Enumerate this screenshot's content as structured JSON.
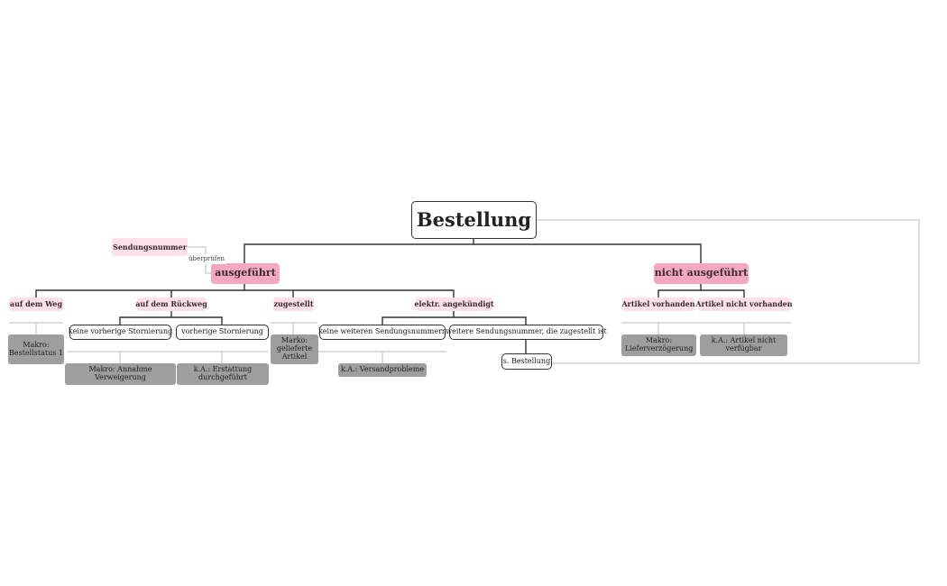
{
  "root": "Bestellung",
  "main_nodes": {
    "ausgefuehrt": "ausgeführt",
    "nicht_ausgefuehrt": "nicht ausgeführt"
  },
  "callout": {
    "label": "Sendungsnummer",
    "relation": "überprüfen"
  },
  "ausgefuehrt_children": {
    "auf_dem_weg": "auf dem Weg",
    "auf_dem_rueckweg": "auf dem Rückweg",
    "zugestellt": "zugestellt",
    "elektr_angekuendigt": "elektr. angekündigt"
  },
  "nicht_ausgefuehrt_children": {
    "artikel_vorhanden": "Artikel vorhanden",
    "artikel_nicht_vorhanden": "Artikel nicht vorhanden"
  },
  "rueckweg_children": {
    "keine_vorherige": "keine vorherige Stornierung",
    "vorherige": "vorherige Stornierung"
  },
  "angekuendigt_children": {
    "keine_weiteren": "keine weiteren Sendungsnummern",
    "weitere": "weitere Sendungsnummer, die zugestellt ist"
  },
  "reference": "s. Bestellung",
  "leaves": {
    "makro_bestellstatus": "Makro: Bestellstatus 1",
    "makro_annahme": "Makro: Annahme Verweigerung",
    "ka_erstattung": "k.A.: Erstattung durchgeführt",
    "marko_gelieferte": "Marko: gelieferte Artikel",
    "ka_versand": "k.A.: Versandprobleme",
    "makro_lieferverz": "Makro: Lieferverzögerung",
    "ka_artikel_nicht": "k.A.: Artikel nicht verfügbar"
  },
  "colors": {
    "main_fill": "#f3a7c0",
    "sub_fill": "#fde0ea",
    "leaf_fill": "#9e9e9e",
    "line": "#333333",
    "light_line": "#bbbbbb"
  }
}
